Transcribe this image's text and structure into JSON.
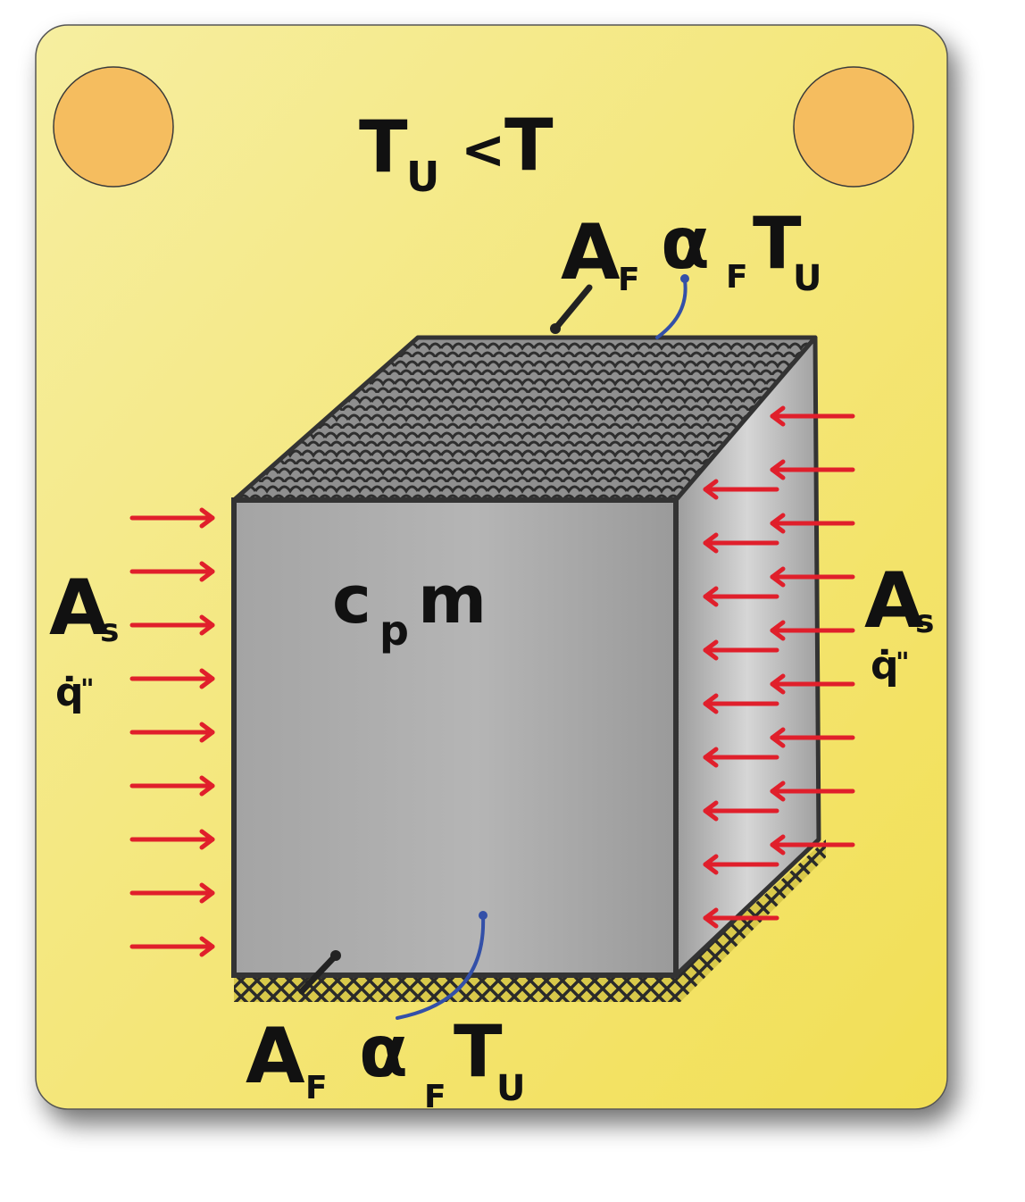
{
  "colors": {
    "card": "#f4e77e",
    "card_edge": "#f0de5a",
    "pin": "#f5bd5f",
    "pin_stroke": "#3a3a3a",
    "block_face": "#a7a7a7",
    "block_side": "#c8c8c8",
    "block_top": "#9a9a9a",
    "outline": "#333333",
    "arrow": "#e01f2b",
    "leader_blue": "#3350a8",
    "leader_black": "#222222"
  },
  "icons": [
    "pin-icon",
    "arrow-icon"
  ],
  "labels": {
    "condition_T": "T",
    "condition_U": "U",
    "condition_lt": "<",
    "condition_T2": "T",
    "top_A": "A",
    "top_A_sub": "F",
    "top_alpha": "α",
    "top_alpha_sub": "F",
    "top_T": "T",
    "top_T_sub": "U",
    "block_c": "c",
    "block_p": "p",
    "block_m": "m",
    "left_A": "A",
    "left_A_sub": "s",
    "left_q": "q̇",
    "left_q_sup": "\"",
    "right_A": "A",
    "right_A_sub": "s",
    "right_q": "q̇",
    "right_q_sup": "\"",
    "bottom_A": "A",
    "bottom_A_sub": "F",
    "bottom_alpha": "α",
    "bottom_alpha_sub": "F",
    "bottom_T": "T",
    "bottom_T_sub": "U"
  }
}
